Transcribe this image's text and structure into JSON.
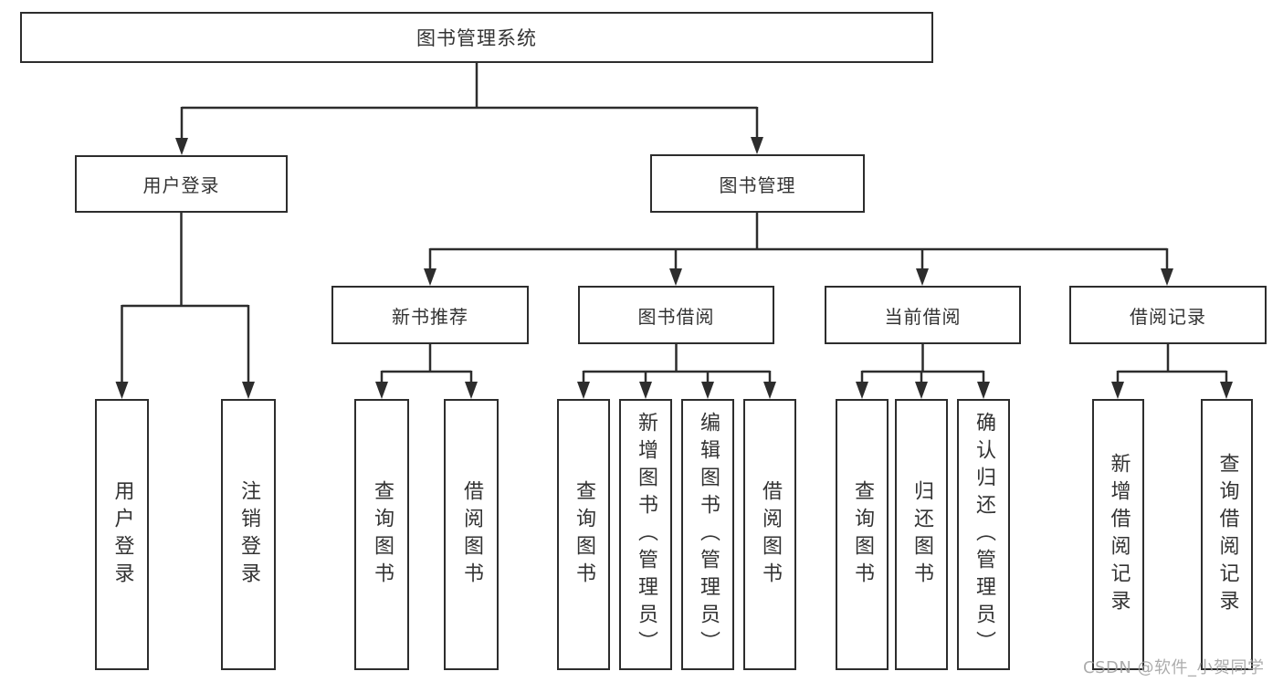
{
  "diagram": {
    "type": "tree-structure-chart",
    "nodes": {
      "root": "图书管理系统",
      "user_login": "用户登录",
      "book_management": "图书管理",
      "new_book_rec": "新书推荐",
      "book_borrowing": "图书借阅",
      "current_borrowing": "当前借阅",
      "borrowing_records": "借阅记录",
      "leaves": {
        "user_login": "用户登录",
        "logout": "注销登录",
        "rec_search_books": "查询图书",
        "rec_borrow_books": "借阅图书",
        "bor_search_books": "查询图书",
        "bor_add_books": "新增图书（管理员）",
        "bor_edit_books": "编辑图书（管理员）",
        "bor_borrow_books": "借阅图书",
        "cur_search_books": "查询图书",
        "cur_return_books": "归还图书",
        "cur_confirm_return": "确认归还（管理员）",
        "log_add_record": "新增借阅记录",
        "log_search_record": "查询借阅记录"
      }
    },
    "colors": {
      "line": "#2d2d2d",
      "text": "#333333",
      "background": "#ffffff",
      "watermark": "#9e9e9e"
    },
    "watermark": "CSDN @软件_小贺同学"
  }
}
